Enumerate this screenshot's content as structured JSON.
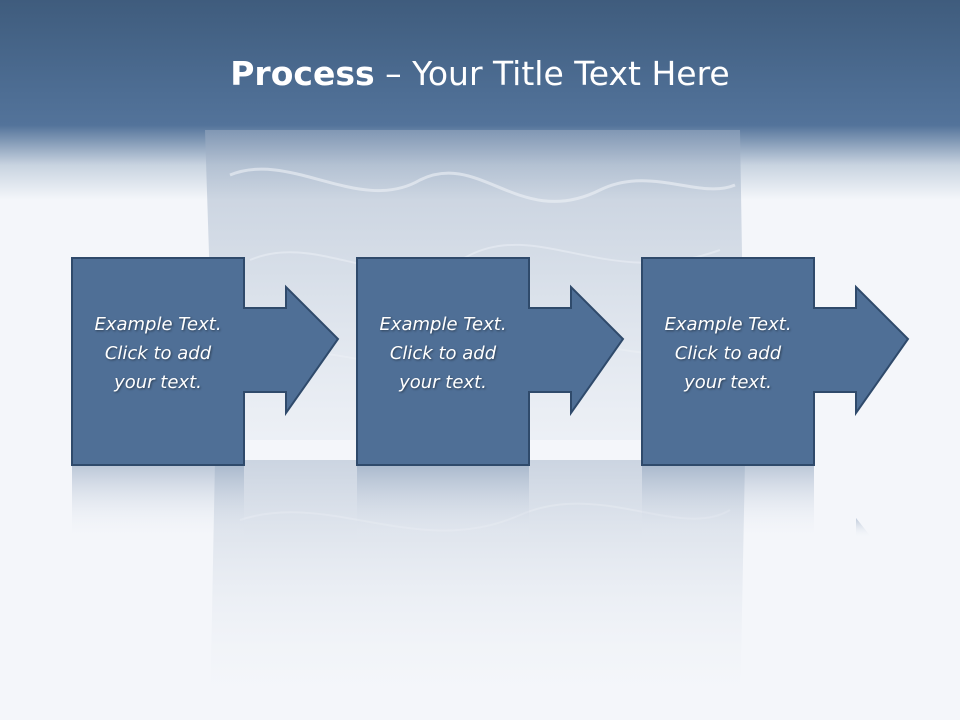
{
  "slide": {
    "title_bold": "Process",
    "title_rest": " – Your Title Text Here"
  },
  "steps": [
    {
      "text_lines": [
        "Example Text.",
        "Click  to add",
        "your text."
      ]
    },
    {
      "text_lines": [
        "Example Text.",
        "Click  to add",
        "your text."
      ]
    },
    {
      "text_lines": [
        "Example Text.",
        "Click  to add",
        "your text."
      ]
    }
  ],
  "colors": {
    "header": "#4d6d93",
    "shape_fill": "#4f6f96",
    "shape_stroke": "#2f4a6b",
    "background": "#f4f6fa"
  }
}
